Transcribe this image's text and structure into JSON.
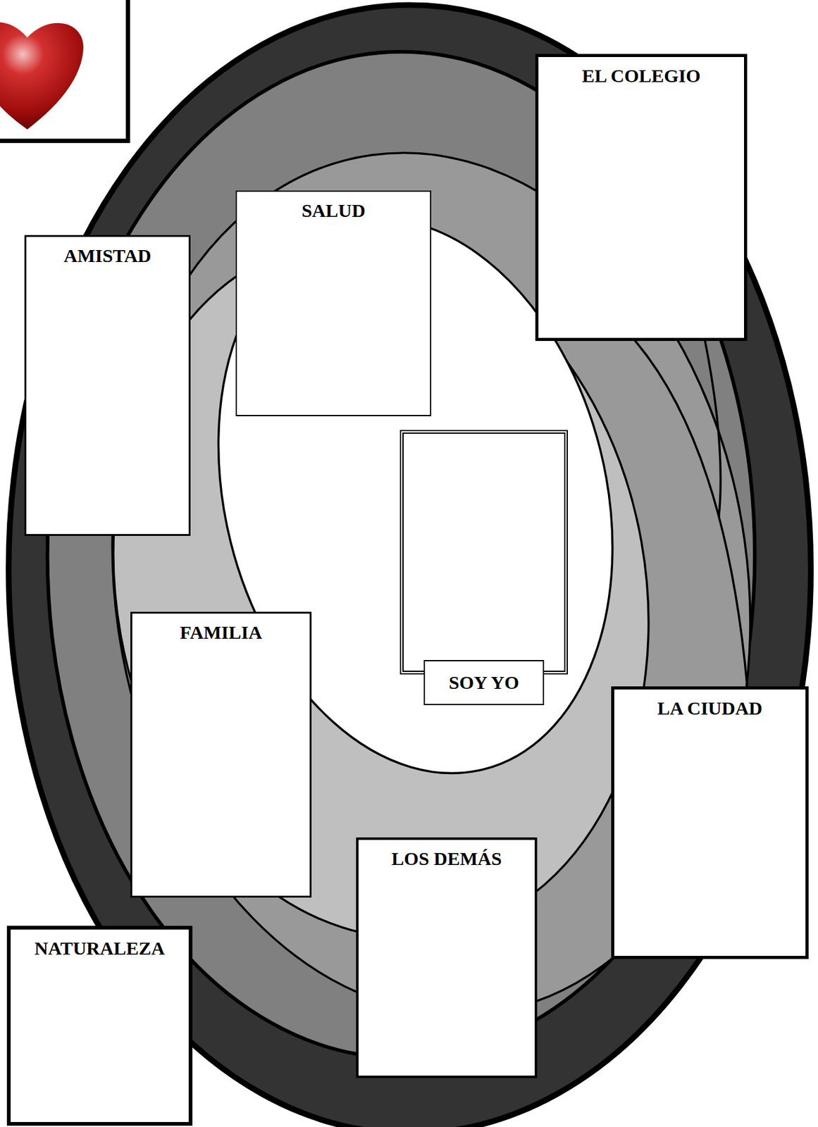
{
  "diagram": {
    "nodes": [
      {
        "text": [
          "EL COLEGIO"
        ]
      },
      {
        "text": [
          "SALUD"
        ]
      },
      {
        "text": [
          "AMISTAD"
        ]
      },
      {
        "text": [
          "SOY YO"
        ]
      },
      {
        "text": [
          "FAMILIA"
        ]
      },
      {
        "text": [
          "LA CIUDAD"
        ]
      },
      {
        "text": [
          "LOS DEMÁS"
        ]
      },
      {
        "text": [
          "NATURALEZA"
        ]
      }
    ]
  }
}
